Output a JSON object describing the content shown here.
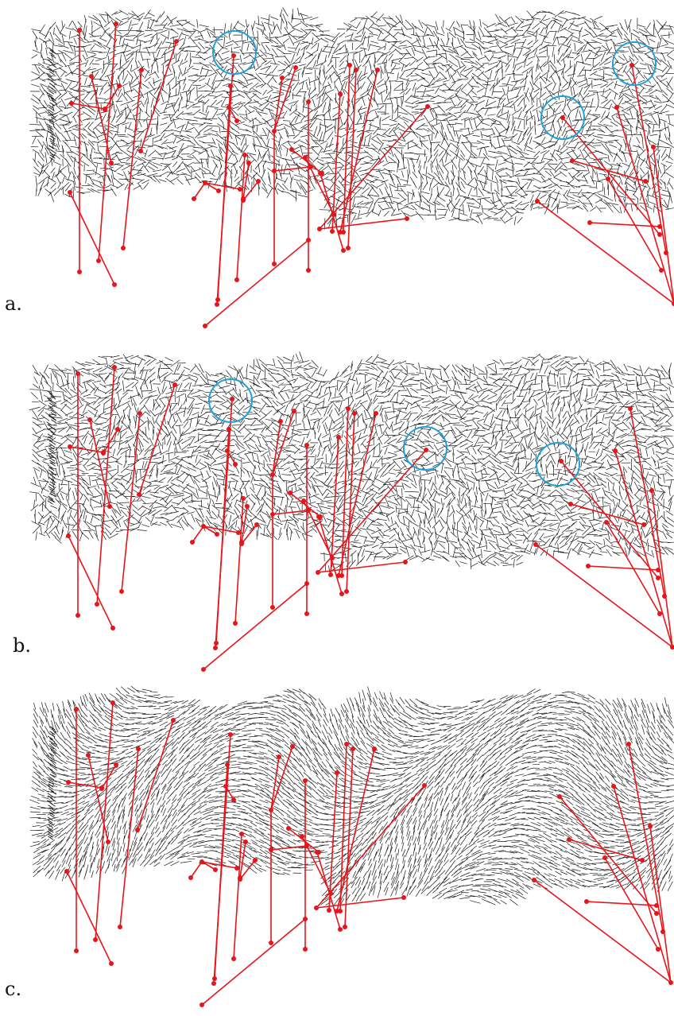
{
  "colors": {
    "hair": "#1a1a1a",
    "link": "#e8141a",
    "joint": "#e8141a",
    "highlight": "#1ea0d8"
  },
  "panels": [
    {
      "label": "a.",
      "style": "noisy",
      "seed": 11,
      "highlights": 3
    },
    {
      "label": "b.",
      "style": "noisy",
      "seed": 29,
      "highlights": 3
    },
    {
      "label": "c.",
      "style": "smooth",
      "seed": 47,
      "highlights": 0
    }
  ]
}
